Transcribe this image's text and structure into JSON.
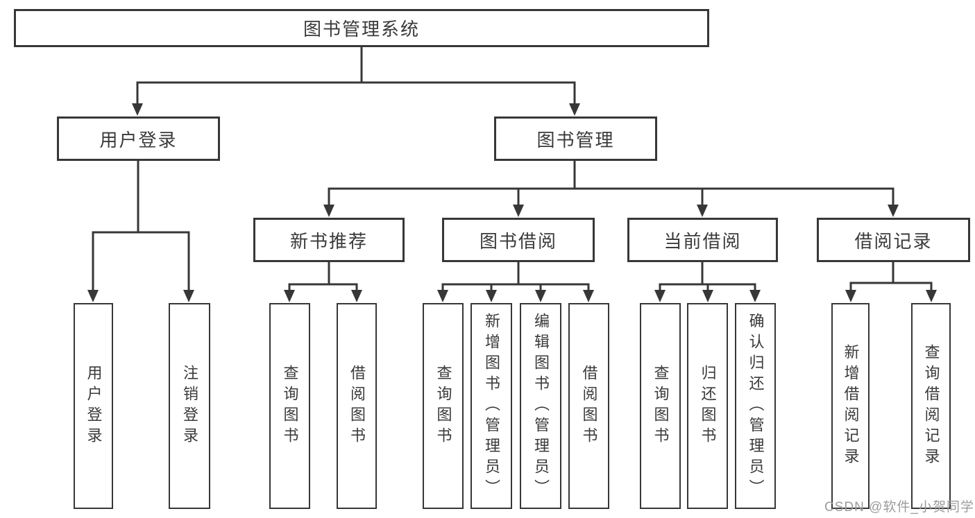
{
  "diagram": {
    "type": "hierarchy-tree",
    "root": {
      "label": "图书管理系统"
    },
    "level1": {
      "user_login": {
        "label": "用户登录"
      },
      "book_management": {
        "label": "图书管理"
      }
    },
    "level2": {
      "new_book_recommend": {
        "label": "新书推荐"
      },
      "book_borrowing": {
        "label": "图书借阅"
      },
      "current_borrowing": {
        "label": "当前借阅"
      },
      "borrowing_records": {
        "label": "借阅记录"
      }
    },
    "leaves": {
      "user_login_leaf": "用户登录",
      "logout": "注销登录",
      "query_books_recommend": "查询图书",
      "borrow_books_recommend": "借阅图书",
      "query_books_borrowing": "查询图书",
      "add_books_admin": "新增图书（管理员）",
      "edit_books_admin": "编辑图书（管理员）",
      "borrow_books_borrowing": "借阅图书",
      "query_books_current": "查询图书",
      "return_books": "归还图书",
      "confirm_return_admin": "确认归还（管理员）",
      "add_borrow_record": "新增借阅记录",
      "query_borrow_record": "查询借阅记录"
    }
  },
  "watermark": "CSDN @软件_小贺同学",
  "colors": {
    "line": "#373737",
    "box_border": "#373737",
    "text": "#3a3a3a",
    "watermark": "#9b9b9b",
    "background": "#ffffff"
  }
}
